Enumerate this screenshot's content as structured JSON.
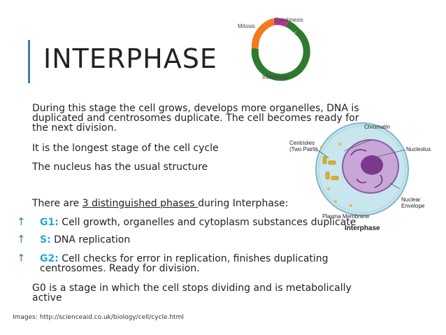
{
  "slide": {
    "title": "INTERPHASE",
    "paragraphs": [
      "During this stage the cell grows, develops more organelles, DNA is",
      "duplicated and centrosomes duplicate. The cell becomes ready for",
      "the next division."
    ],
    "longest": "It is the longest stage of the cell cycle",
    "nucleus": "The nucleus has the usual structure",
    "phases_intro_pre": "There are ",
    "phases_intro_link": "3 distinguished phases ",
    "phases_intro_post": "during Interphase:",
    "phases": [
      {
        "key": "G1:",
        "text": " Cell growth, organelles and cytoplasm substances duplicate",
        "cont": ""
      },
      {
        "key": "S:",
        "text": " DNA replication",
        "cont": ""
      },
      {
        "key": "G2:",
        "text": " Cell checks for error in replication, finishes duplicating",
        "cont": "centrosomes. Ready for division."
      }
    ],
    "g0_line1": "G0 is a stage in which the cell stops dividing and is metabolically",
    "g0_line2": "active",
    "credit": "Images: http://scienceaid.co.uk/biology/cell/cycle.html"
  },
  "cycle_diagram": {
    "labels": {
      "mitosis": "Mitosis",
      "cytokinesis": "Cytokinesis",
      "interphase": "Interphase"
    },
    "colors": {
      "mitosis": "#f07a1f",
      "cytokinesis": "#b23a8e",
      "interphase": "#2e7a2e"
    }
  },
  "cell_diagram": {
    "labels": {
      "chromatin": "Chromatin",
      "centrioles": "Centrioles\n(Two Pairs)",
      "nucleolus": "Nucleolus",
      "nuclear_envelope": "Nuclear\nEnvelope",
      "plasma_membrane": "Plasma Membrane",
      "caption": "Interphase"
    },
    "colors": {
      "cytoplasm": "#c8e6ee",
      "nucleus": "#c9a6d8",
      "chromatin": "#7a3a8c",
      "centrioles": "#e0b020"
    }
  }
}
